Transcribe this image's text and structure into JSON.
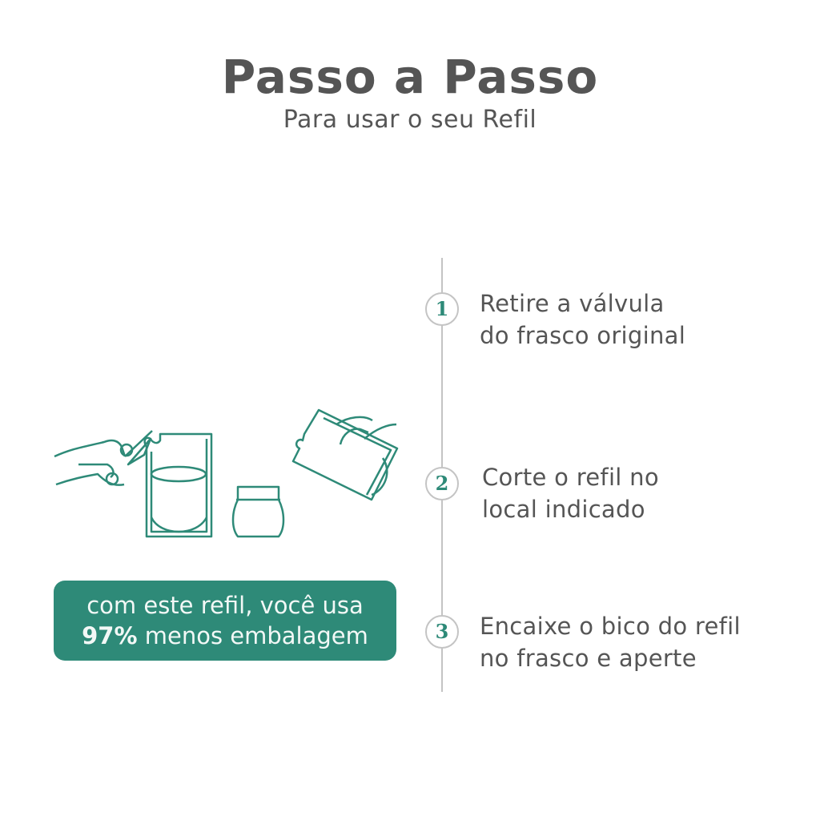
{
  "header": {
    "title": "Passo a Passo",
    "subtitle": "Para usar o seu Refil"
  },
  "steps": [
    {
      "number": "1",
      "line1": "Retire a válvula",
      "line2": "do frasco original"
    },
    {
      "number": "2",
      "line1": "Corte o refil no",
      "line2": "local indicado"
    },
    {
      "number": "3",
      "line1": "Encaixe o bico do refil",
      "line2": "no frasco e aperte"
    }
  ],
  "banner": {
    "line1": "com este refil, você usa",
    "highlight": "97%",
    "line2_rest": " menos embalagem"
  },
  "colors": {
    "accent": "#2e8a78",
    "text": "#555555",
    "line": "#c4c4c4"
  }
}
